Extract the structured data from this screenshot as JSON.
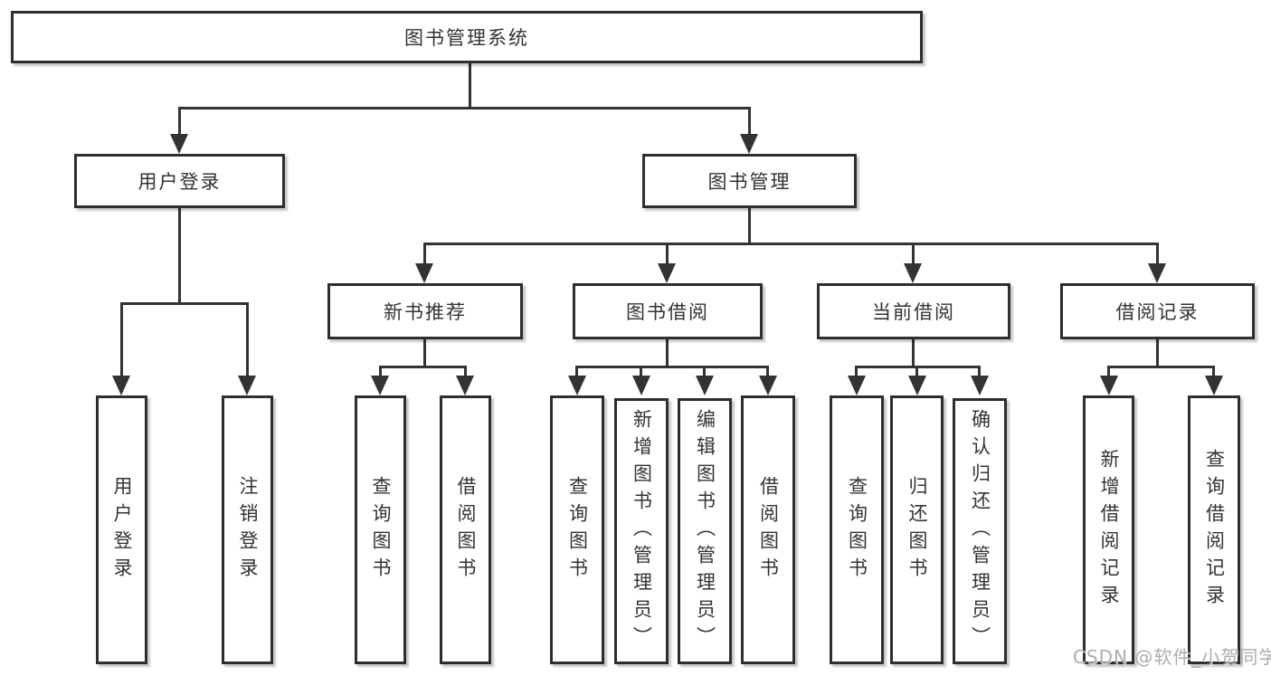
{
  "diagram": {
    "root": {
      "label": "图书管理系统"
    },
    "level2": [
      {
        "label": "用户登录"
      },
      {
        "label": "图书管理"
      }
    ],
    "level3": [
      {
        "label": "新书推荐"
      },
      {
        "label": "图书借阅"
      },
      {
        "label": "当前借阅"
      },
      {
        "label": "借阅记录"
      }
    ],
    "leaves": {
      "user_login": [
        "用户登录",
        "注销登录"
      ],
      "new_book": [
        "查询图书",
        "借阅图书"
      ],
      "book_borrow": [
        "查询图书",
        "新增图书（管理员）",
        "编辑图书（管理员）",
        "借阅图书"
      ],
      "current_borrow": [
        "查询图书",
        "归还图书",
        "确认归还（管理员）"
      ],
      "borrow_record": [
        "新增借阅记录",
        "查询借阅记录"
      ]
    }
  },
  "watermark": {
    "text": "CSDN @软件_小贺同学"
  },
  "colors": {
    "line": "#333333",
    "box_border": "#2e2e2e",
    "background": "#ffffff",
    "text": "#333333",
    "watermark": "#a8a8a8"
  }
}
